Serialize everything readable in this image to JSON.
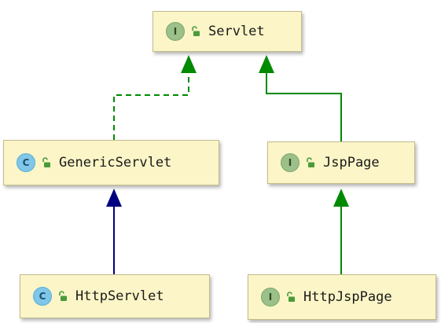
{
  "diagram": {
    "nodes": [
      {
        "id": "servlet",
        "kind": "interface",
        "kind_letter": "I",
        "label": "Servlet"
      },
      {
        "id": "genericservlet",
        "kind": "class",
        "kind_letter": "C",
        "label": "GenericServlet"
      },
      {
        "id": "jsppage",
        "kind": "interface",
        "kind_letter": "I",
        "label": "JspPage"
      },
      {
        "id": "httpservlet",
        "kind": "class",
        "kind_letter": "C",
        "label": "HttpServlet"
      },
      {
        "id": "httpjsppage",
        "kind": "interface",
        "kind_letter": "I",
        "label": "HttpJspPage"
      }
    ],
    "edges": [
      {
        "from": "genericservlet",
        "to": "servlet",
        "relation": "implements",
        "style": "dashed",
        "color": "#008a00"
      },
      {
        "from": "jsppage",
        "to": "servlet",
        "relation": "extends",
        "style": "solid",
        "color": "#008a00"
      },
      {
        "from": "httpservlet",
        "to": "genericservlet",
        "relation": "extends",
        "style": "solid",
        "color": "#000080"
      },
      {
        "from": "httpjsppage",
        "to": "jsppage",
        "relation": "extends",
        "style": "solid",
        "color": "#008a00"
      }
    ],
    "colors": {
      "node_fill": "#fbf5c7",
      "interface_badge": "#9bc08a",
      "class_badge": "#7fc6e8",
      "visibility_lock": "#4a9a3a"
    },
    "icons": {
      "interface": "interface-icon",
      "class": "class-icon",
      "visibility": "unlocked-padlock-icon"
    }
  }
}
